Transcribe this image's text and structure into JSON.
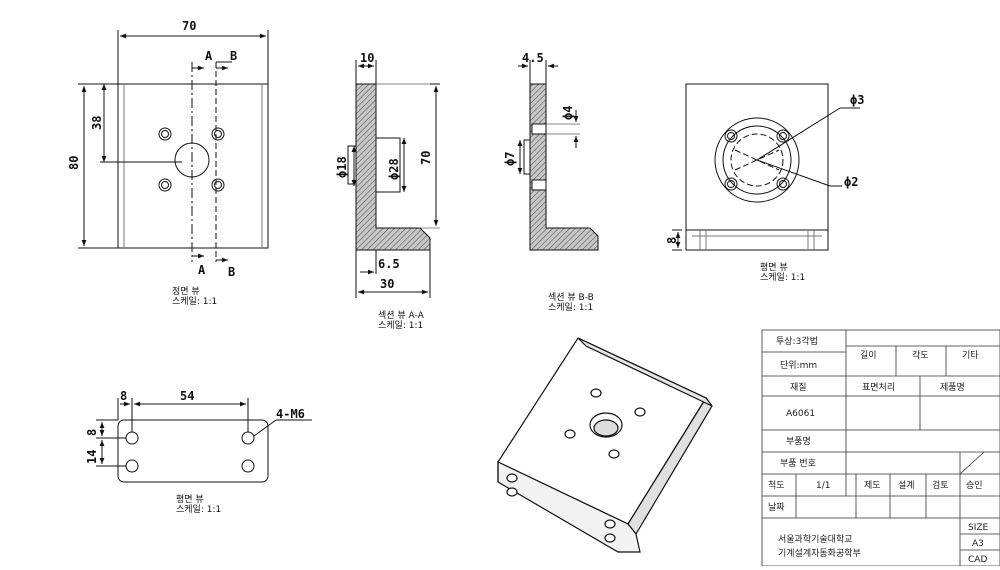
{
  "front_view": {
    "dim_width": "70",
    "dim_height": "80",
    "dim_38": "38",
    "sec_a": "A",
    "sec_b": "B",
    "caption_line1": "정면 뷰",
    "caption_line2": "스케일: 1:1"
  },
  "section_a": {
    "dim_10": "10",
    "dim_d18": "ϕ18",
    "dim_d28": "ϕ28",
    "dim_70": "70",
    "dim_6_5": "6.5",
    "dim_30": "30",
    "caption_line1": "섹션 뷰 A-A",
    "caption_line2": "스케일: 1:1"
  },
  "section_b": {
    "dim_4_5": "4.5",
    "dim_d4": "ϕ4",
    "dim_d7": "ϕ7",
    "caption_line1": "섹션 뷰 B-B",
    "caption_line2": "스케일: 1:1"
  },
  "right_view": {
    "dim_d_top": "ϕ3",
    "dim_d_bottom": "ϕ2",
    "dim_8": "8",
    "caption_line1": "평면 뷰",
    "caption_line2": "스케일: 1:1"
  },
  "bottom_view": {
    "dim_8": "8",
    "dim_54": "54",
    "dim_14": "14",
    "dim_8b": "8",
    "label_holes": "4-M6",
    "caption_line1": "평면 뷰",
    "caption_line2": "스케일: 1:1"
  },
  "title_block": {
    "projection": "투상:3각법",
    "unit": "단위:mm",
    "tol_length": "길이",
    "tol_angle": "각도",
    "tol_other": "기타",
    "material_label": "재질",
    "surface_label": "표면처리",
    "product_label": "제품명",
    "material_value": "A6061",
    "part_name_label": "부품명",
    "part_no_label": "부품 번호",
    "scale_label": "척도",
    "scale_value": "1/1",
    "drawn": "제도",
    "design": "설계",
    "check": "검토",
    "approve": "승인",
    "date_label": "날짜",
    "school_line1": "서울과학기술대학교",
    "school_line2": "기계설계자동화공학부",
    "size_label": "SIZE",
    "size_value": "A3",
    "cad_label": "CAD"
  }
}
